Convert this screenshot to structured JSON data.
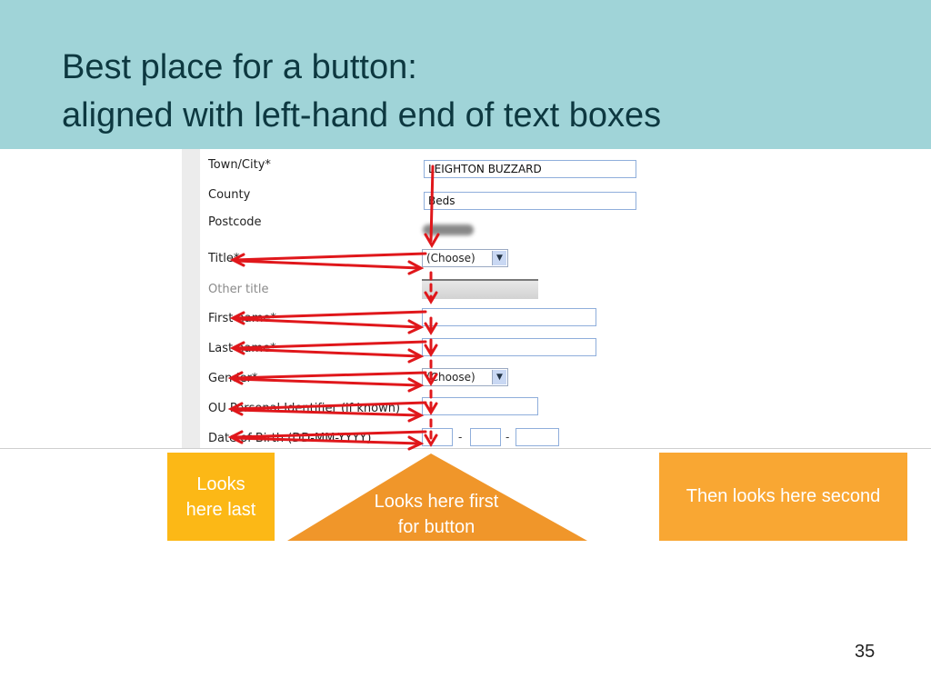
{
  "slide": {
    "title_line1": "Best place for a button:",
    "title_line2": "aligned with left-hand end of text boxes",
    "page_number": "35"
  },
  "form": {
    "town_label": "Town/City*",
    "town_value": "LEIGHTON BUZZARD",
    "county_label": "County",
    "county_value": "Beds",
    "postcode_label": "Postcode",
    "title_label": "Title*",
    "title_value": "(Choose)",
    "other_title_label": "Other title",
    "first_name_label": "First name*",
    "last_name_label": "Last name*",
    "gender_label": "Gender*",
    "gender_value": "(Choose)",
    "ou_id_label": "OU Personal Identifier (if known)",
    "dob_label": "Date of Birth (DD-MM-YYYY)",
    "dob_separator": "-"
  },
  "callouts": {
    "last": "Looks here last",
    "first": "Looks here first for button",
    "second": "Then looks here second"
  },
  "colors": {
    "header_bg": "#a0d4d8",
    "arrow": "#e0171b",
    "box_last": "#fcb816",
    "triangle": "#f0962a",
    "box_second": "#f9a733"
  }
}
